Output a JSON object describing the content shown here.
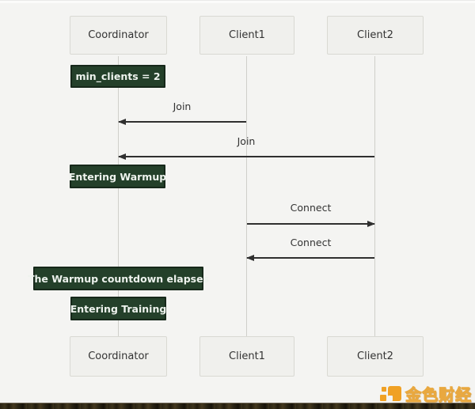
{
  "diagram": {
    "type": "sequence",
    "actors": [
      {
        "id": "coordinator",
        "label": "Coordinator"
      },
      {
        "id": "client1",
        "label": "Client1"
      },
      {
        "id": "client2",
        "label": "Client2"
      }
    ],
    "notes": [
      {
        "text": "min_clients = 2",
        "over": "Coordinator"
      },
      {
        "text": "Entering Warmup",
        "over": "Coordinator"
      },
      {
        "text": "The Warmup countdown elapses",
        "over": "Coordinator"
      },
      {
        "text": "Entering Training",
        "over": "Coordinator"
      }
    ],
    "messages": [
      {
        "label": "Join",
        "from": "Client1",
        "to": "Coordinator"
      },
      {
        "label": "Join",
        "from": "Client2",
        "to": "Coordinator"
      },
      {
        "label": "Connect",
        "from": "Client1",
        "to": "Client2"
      },
      {
        "label": "Connect",
        "from": "Client2",
        "to": "Client1"
      }
    ],
    "colors": {
      "background": "#f4f4f2",
      "actor_bg": "#f0f0ed",
      "actor_border": "#d9d9d3",
      "note_bg": "#24402a",
      "note_border": "#16281a",
      "note_text": "#eef3ee",
      "arrow": "#2f2f2f",
      "lifeline": "#cfcfca",
      "text": "#333333",
      "watermark_orange": "#f0a125"
    }
  },
  "watermark": {
    "text": "金色财经",
    "logo": "jinse-finance-logo"
  }
}
